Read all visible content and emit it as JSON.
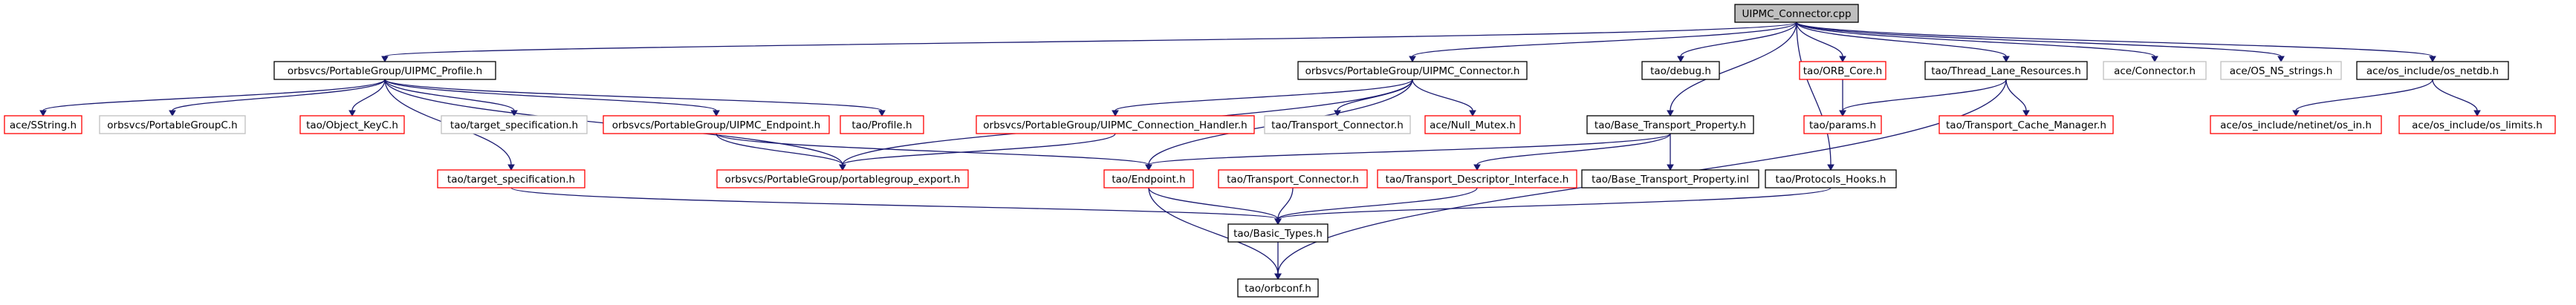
{
  "title": "UIPMC_Connector.cpp",
  "colors": {
    "edge": "#191970",
    "node_border_found": "#000000",
    "node_border_missing": "#ff0000",
    "node_border_external": "#bfbfbf",
    "root_fill": "#bfbfbf",
    "background": "#ffffff"
  },
  "nodes": [
    {
      "id": "root",
      "label": "UIPMC_Connector.cpp",
      "kind": "root"
    },
    {
      "id": "uipmc_profile",
      "label": "orbsvcs/PortableGroup/UIPMC_Profile.h",
      "kind": "black"
    },
    {
      "id": "uipmc_connector",
      "label": "orbsvcs/PortableGroup/UIPMC_Connector.h",
      "kind": "black"
    },
    {
      "id": "tao_debug",
      "label": "tao/debug.h",
      "kind": "black"
    },
    {
      "id": "tao_orb_core",
      "label": "tao/ORB_Core.h",
      "kind": "red"
    },
    {
      "id": "tao_thread_lane",
      "label": "tao/Thread_Lane_Resources.h",
      "kind": "black"
    },
    {
      "id": "ace_connector",
      "label": "ace/Connector.h",
      "kind": "gray"
    },
    {
      "id": "ace_os_ns_strings",
      "label": "ace/OS_NS_strings.h",
      "kind": "gray"
    },
    {
      "id": "ace_os_netdb",
      "label": "ace/os_include/os_netdb.h",
      "kind": "black"
    },
    {
      "id": "ace_sstring",
      "label": "ace/SString.h",
      "kind": "red"
    },
    {
      "id": "portablegroupc",
      "label": "orbsvcs/PortableGroupC.h",
      "kind": "gray"
    },
    {
      "id": "tao_object_keyc",
      "label": "tao/Object_KeyC.h",
      "kind": "red"
    },
    {
      "id": "tao_target_spec_gray",
      "label": "tao/target_specification.h",
      "kind": "gray"
    },
    {
      "id": "uipmc_endpoint",
      "label": "orbsvcs/PortableGroup/UIPMC_Endpoint.h",
      "kind": "red"
    },
    {
      "id": "tao_profile",
      "label": "tao/Profile.h",
      "kind": "red"
    },
    {
      "id": "uipmc_conn_handler",
      "label": "orbsvcs/PortableGroup/UIPMC_Connection_Handler.h",
      "kind": "red"
    },
    {
      "id": "tao_transport_connector_gray",
      "label": "tao/Transport_Connector.h",
      "kind": "gray"
    },
    {
      "id": "ace_null_mutex",
      "label": "ace/Null_Mutex.h",
      "kind": "red"
    },
    {
      "id": "tao_base_transport_property",
      "label": "tao/Base_Transport_Property.h",
      "kind": "black"
    },
    {
      "id": "tao_params",
      "label": "tao/params.h",
      "kind": "red"
    },
    {
      "id": "tao_transport_cache_manager",
      "label": "tao/Transport_Cache_Manager.h",
      "kind": "red"
    },
    {
      "id": "ace_netinet_in",
      "label": "ace/os_include/netinet/os_in.h",
      "kind": "red"
    },
    {
      "id": "ace_os_limits",
      "label": "ace/os_include/os_limits.h",
      "kind": "red"
    },
    {
      "id": "tao_target_spec_red",
      "label": "tao/target_specification.h",
      "kind": "red"
    },
    {
      "id": "portablegroup_export",
      "label": "orbsvcs/PortableGroup/portablegroup_export.h",
      "kind": "red"
    },
    {
      "id": "tao_endpoint",
      "label": "tao/Endpoint.h",
      "kind": "red"
    },
    {
      "id": "tao_transport_connector_red",
      "label": "tao/Transport_Connector.h",
      "kind": "red"
    },
    {
      "id": "tao_transport_descriptor",
      "label": "tao/Transport_Descriptor_Interface.h",
      "kind": "red"
    },
    {
      "id": "tao_base_transport_property_inl",
      "label": "tao/Base_Transport_Property.inl",
      "kind": "black"
    },
    {
      "id": "tao_protocols_hooks",
      "label": "tao/Protocols_Hooks.h",
      "kind": "black"
    },
    {
      "id": "tao_basic_types",
      "label": "tao/Basic_Types.h",
      "kind": "black"
    },
    {
      "id": "tao_orbconf",
      "label": "tao/orbconf.h",
      "kind": "black"
    }
  ],
  "edges": [
    [
      "root",
      "uipmc_profile"
    ],
    [
      "root",
      "uipmc_connector"
    ],
    [
      "root",
      "tao_debug"
    ],
    [
      "root",
      "tao_orb_core"
    ],
    [
      "root",
      "tao_thread_lane"
    ],
    [
      "root",
      "ace_connector"
    ],
    [
      "root",
      "ace_os_ns_strings"
    ],
    [
      "root",
      "ace_os_netdb"
    ],
    [
      "root",
      "tao_base_transport_property"
    ],
    [
      "root",
      "tao_protocols_hooks"
    ],
    [
      "uipmc_profile",
      "ace_sstring"
    ],
    [
      "uipmc_profile",
      "portablegroupc"
    ],
    [
      "uipmc_profile",
      "tao_object_keyc"
    ],
    [
      "uipmc_profile",
      "tao_target_spec_gray"
    ],
    [
      "uipmc_profile",
      "uipmc_endpoint"
    ],
    [
      "uipmc_profile",
      "tao_profile"
    ],
    [
      "uipmc_profile",
      "tao_target_spec_red"
    ],
    [
      "uipmc_profile",
      "portablegroup_export"
    ],
    [
      "uipmc_connector",
      "uipmc_conn_handler"
    ],
    [
      "uipmc_connector",
      "tao_transport_connector_gray"
    ],
    [
      "uipmc_connector",
      "ace_null_mutex"
    ],
    [
      "uipmc_connector",
      "portablegroup_export"
    ],
    [
      "uipmc_connector",
      "tao_endpoint"
    ],
    [
      "uipmc_endpoint",
      "portablegroup_export"
    ],
    [
      "uipmc_endpoint",
      "tao_endpoint"
    ],
    [
      "uipmc_conn_handler",
      "portablegroup_export"
    ],
    [
      "tao_orb_core",
      "tao_params"
    ],
    [
      "tao_thread_lane",
      "tao_params"
    ],
    [
      "tao_thread_lane",
      "tao_transport_cache_manager"
    ],
    [
      "tao_thread_lane",
      "tao_orbconf"
    ],
    [
      "ace_os_netdb",
      "ace_netinet_in"
    ],
    [
      "ace_os_netdb",
      "ace_os_limits"
    ],
    [
      "tao_base_transport_property",
      "tao_endpoint"
    ],
    [
      "tao_base_transport_property",
      "tao_transport_descriptor"
    ],
    [
      "tao_base_transport_property",
      "tao_base_transport_property_inl"
    ],
    [
      "tao_target_spec_red",
      "tao_basic_types"
    ],
    [
      "tao_endpoint",
      "tao_basic_types"
    ],
    [
      "tao_endpoint",
      "tao_orbconf"
    ],
    [
      "tao_transport_connector_red",
      "tao_basic_types"
    ],
    [
      "tao_transport_descriptor",
      "tao_basic_types"
    ],
    [
      "tao_protocols_hooks",
      "tao_basic_types"
    ],
    [
      "tao_basic_types",
      "tao_orbconf"
    ]
  ]
}
